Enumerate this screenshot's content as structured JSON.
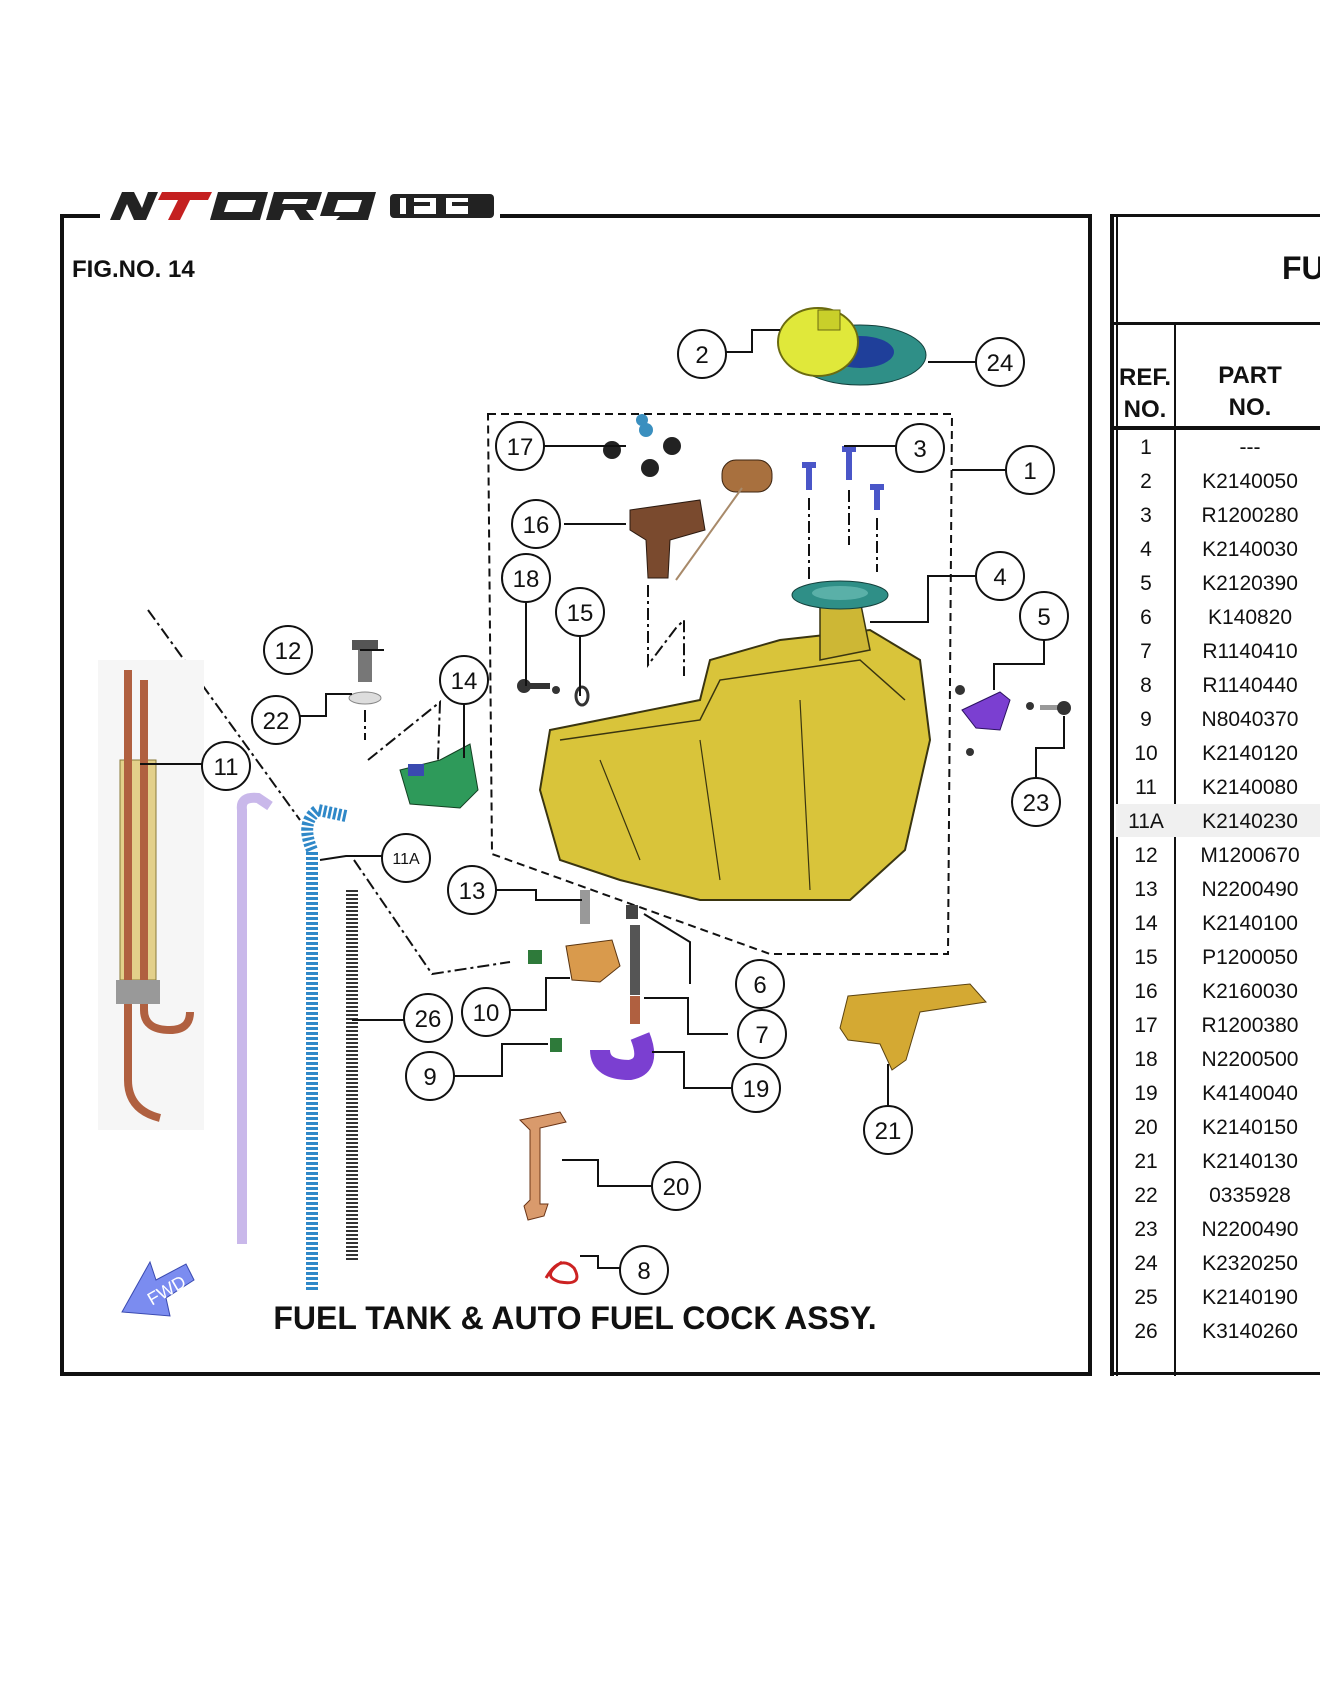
{
  "figure_no": "FIG.NO. 14",
  "caption": "FUEL TANK & AUTO FUEL COCK ASSY.",
  "table_title": "FU",
  "table_headers": {
    "ref": [
      "REF.",
      "NO."
    ],
    "part": [
      "PART",
      "NO."
    ]
  },
  "fwd_label": "FWD",
  "rows": [
    {
      "ref": "1",
      "part": "---"
    },
    {
      "ref": "2",
      "part": "K2140050"
    },
    {
      "ref": "3",
      "part": "R1200280"
    },
    {
      "ref": "4",
      "part": "K2140030"
    },
    {
      "ref": "5",
      "part": "K2120390"
    },
    {
      "ref": "6",
      "part": "K140820"
    },
    {
      "ref": "7",
      "part": "R1140410"
    },
    {
      "ref": "8",
      "part": "R1140440"
    },
    {
      "ref": "9",
      "part": "N8040370"
    },
    {
      "ref": "10",
      "part": "K2140120"
    },
    {
      "ref": "11",
      "part": "K2140080"
    },
    {
      "ref": "11A",
      "part": "K2140230"
    },
    {
      "ref": "12",
      "part": "M1200670"
    },
    {
      "ref": "13",
      "part": "N2200490"
    },
    {
      "ref": "14",
      "part": "K2140100"
    },
    {
      "ref": "15",
      "part": "P1200050"
    },
    {
      "ref": "16",
      "part": "K2160030"
    },
    {
      "ref": "17",
      "part": "R1200380"
    },
    {
      "ref": "18",
      "part": "N2200500"
    },
    {
      "ref": "19",
      "part": "K4140040"
    },
    {
      "ref": "20",
      "part": "K2140150"
    },
    {
      "ref": "21",
      "part": "K2140130"
    },
    {
      "ref": "22",
      "part": "0335928"
    },
    {
      "ref": "23",
      "part": "N2200490"
    },
    {
      "ref": "24",
      "part": "K2320250"
    },
    {
      "ref": "25",
      "part": "K2140190"
    },
    {
      "ref": "26",
      "part": "K3140260"
    }
  ],
  "callouts": [
    "1",
    "2",
    "3",
    "4",
    "5",
    "6",
    "7",
    "8",
    "9",
    "10",
    "11",
    "11A",
    "12",
    "13",
    "14",
    "15",
    "16",
    "17",
    "18",
    "19",
    "20",
    "21",
    "22",
    "23",
    "24",
    "26"
  ],
  "colors": {
    "tank": "#d9c43a",
    "bracket_copper": "#d99a6c",
    "purple": "#7b3fd1",
    "teal": "#2f8f87",
    "fwd_arrow": "#7b8cf0"
  }
}
